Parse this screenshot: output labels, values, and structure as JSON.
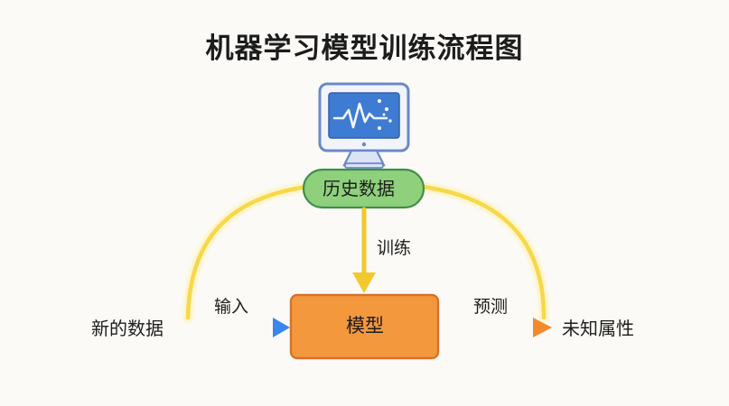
{
  "title": "机器学习模型训练流程图",
  "nodes": {
    "history_data": "历史数据",
    "model": "模型",
    "new_data": "新的数据",
    "unknown_attributes": "未知属性"
  },
  "edges": {
    "train": "训练",
    "input": "输入",
    "predict": "预测"
  },
  "colors": {
    "background": "#fbfaf6",
    "history_fill": "#8ed07c",
    "history_stroke": "#3f8f48",
    "model_fill": "#f4983e",
    "model_stroke": "#d7702a",
    "arc": "#f7d84a",
    "train_arrow": "#f1c92f",
    "input_arrow": "#3b85ee",
    "predict_arrow": "#f28a2d",
    "monitor_frame": "#6b88c8",
    "monitor_screen": "#3e7bd2"
  },
  "icons": {
    "computer": "computer-monitor-icon",
    "waveform": "waveform-icon"
  }
}
